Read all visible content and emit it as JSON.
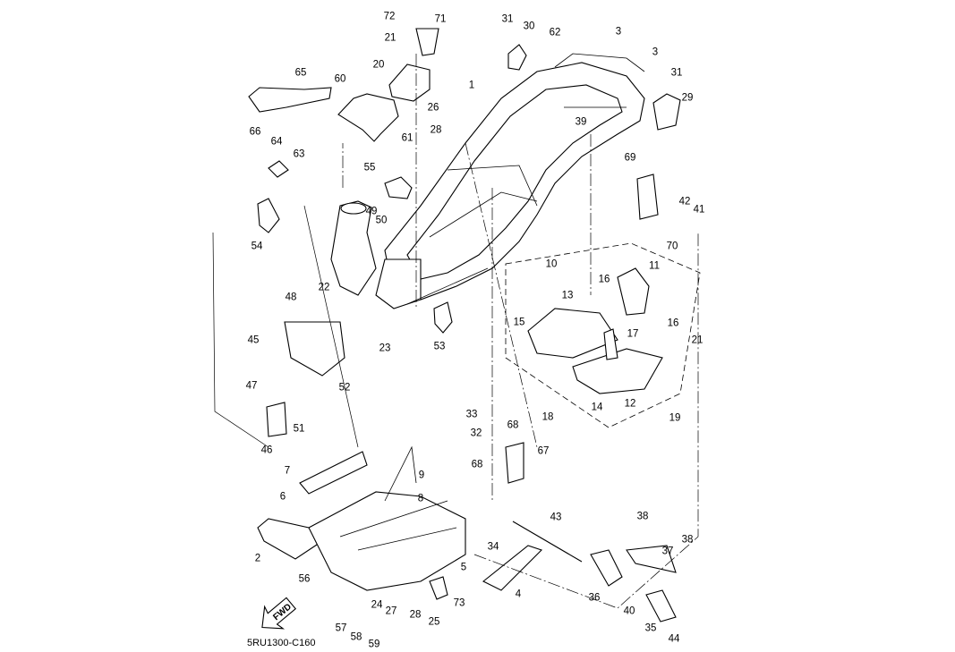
{
  "diagram": {
    "title": "Frame exploded view",
    "code": "5RU1300-C160",
    "direction_indicator": "FWD",
    "parts": [
      {
        "id": "1",
        "label": "1"
      },
      {
        "id": "2",
        "label": "2"
      },
      {
        "id": "3a",
        "label": "3"
      },
      {
        "id": "3b",
        "label": "3"
      },
      {
        "id": "4",
        "label": "4"
      },
      {
        "id": "5",
        "label": "5"
      },
      {
        "id": "6",
        "label": "6"
      },
      {
        "id": "7",
        "label": "7"
      },
      {
        "id": "8",
        "label": "8"
      },
      {
        "id": "9",
        "label": "9"
      },
      {
        "id": "10",
        "label": "10"
      },
      {
        "id": "11",
        "label": "11"
      },
      {
        "id": "12",
        "label": "12"
      },
      {
        "id": "13",
        "label": "13"
      },
      {
        "id": "14",
        "label": "14"
      },
      {
        "id": "15",
        "label": "15"
      },
      {
        "id": "16a",
        "label": "16"
      },
      {
        "id": "16b",
        "label": "16"
      },
      {
        "id": "17",
        "label": "17"
      },
      {
        "id": "18",
        "label": "18"
      },
      {
        "id": "19",
        "label": "19"
      },
      {
        "id": "20",
        "label": "20"
      },
      {
        "id": "21a",
        "label": "21"
      },
      {
        "id": "21b",
        "label": "21"
      },
      {
        "id": "22",
        "label": "22"
      },
      {
        "id": "23",
        "label": "23"
      },
      {
        "id": "24",
        "label": "24"
      },
      {
        "id": "25",
        "label": "25"
      },
      {
        "id": "26",
        "label": "26"
      },
      {
        "id": "27",
        "label": "27"
      },
      {
        "id": "28a",
        "label": "28"
      },
      {
        "id": "28b",
        "label": "28"
      },
      {
        "id": "29",
        "label": "29"
      },
      {
        "id": "30",
        "label": "30"
      },
      {
        "id": "31a",
        "label": "31"
      },
      {
        "id": "31b",
        "label": "31"
      },
      {
        "id": "32",
        "label": "32"
      },
      {
        "id": "33",
        "label": "33"
      },
      {
        "id": "34",
        "label": "34"
      },
      {
        "id": "35",
        "label": "35"
      },
      {
        "id": "36",
        "label": "36"
      },
      {
        "id": "37",
        "label": "37"
      },
      {
        "id": "38a",
        "label": "38"
      },
      {
        "id": "38b",
        "label": "38"
      },
      {
        "id": "39",
        "label": "39"
      },
      {
        "id": "40",
        "label": "40"
      },
      {
        "id": "41",
        "label": "41"
      },
      {
        "id": "42",
        "label": "42"
      },
      {
        "id": "43",
        "label": "43"
      },
      {
        "id": "44",
        "label": "44"
      },
      {
        "id": "45",
        "label": "45"
      },
      {
        "id": "46",
        "label": "46"
      },
      {
        "id": "47",
        "label": "47"
      },
      {
        "id": "48",
        "label": "48"
      },
      {
        "id": "49",
        "label": "49"
      },
      {
        "id": "50",
        "label": "50"
      },
      {
        "id": "51",
        "label": "51"
      },
      {
        "id": "52",
        "label": "52"
      },
      {
        "id": "53",
        "label": "53"
      },
      {
        "id": "54",
        "label": "54"
      },
      {
        "id": "55",
        "label": "55"
      },
      {
        "id": "56",
        "label": "56"
      },
      {
        "id": "57",
        "label": "57"
      },
      {
        "id": "58",
        "label": "58"
      },
      {
        "id": "59",
        "label": "59"
      },
      {
        "id": "60",
        "label": "60"
      },
      {
        "id": "61",
        "label": "61"
      },
      {
        "id": "62",
        "label": "62"
      },
      {
        "id": "63",
        "label": "63"
      },
      {
        "id": "64",
        "label": "64"
      },
      {
        "id": "65",
        "label": "65"
      },
      {
        "id": "66",
        "label": "66"
      },
      {
        "id": "67",
        "label": "67"
      },
      {
        "id": "68a",
        "label": "68"
      },
      {
        "id": "68b",
        "label": "68"
      },
      {
        "id": "69",
        "label": "69"
      },
      {
        "id": "70",
        "label": "70"
      },
      {
        "id": "71",
        "label": "71"
      },
      {
        "id": "72",
        "label": "72"
      },
      {
        "id": "73",
        "label": "73"
      }
    ]
  }
}
